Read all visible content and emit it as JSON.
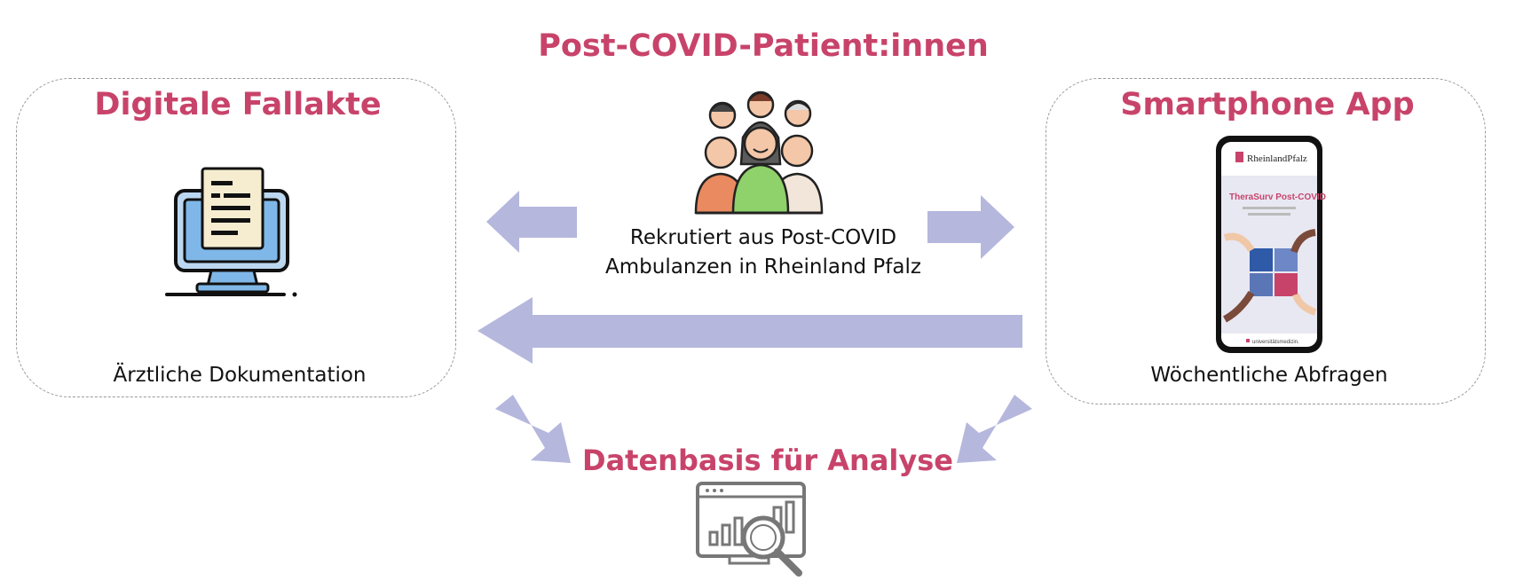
{
  "colors": {
    "accent": "#c8436a",
    "arrow": "#b5b7dd",
    "box_border": "#9a9a9a"
  },
  "patients": {
    "title": "Post-COVID-Patient:innen",
    "line1": "Rekrutiert aus Post-COVID",
    "line2": "Ambulanzen in Rheinland Pfalz",
    "icon": "group-of-people-icon"
  },
  "fallakte": {
    "title": "Digitale Fallakte",
    "caption": "Ärztliche Dokumentation",
    "icon": "computer-document-icon"
  },
  "app": {
    "title": "Smartphone App",
    "caption": "Wöchentliche Abfragen",
    "icon": "smartphone-icon",
    "screen": {
      "brand": "RheinlandPfalz",
      "app_name": "TheraSurv Post-COVID",
      "footer": "universitätsmedizin."
    }
  },
  "analyse": {
    "title": "Datenbasis für Analyse",
    "icon": "data-analysis-magnifier-icon"
  },
  "arrows": [
    "arrow-left-upper",
    "arrow-right-upper",
    "arrow-left-long",
    "arrow-down-right",
    "arrow-down-left"
  ]
}
